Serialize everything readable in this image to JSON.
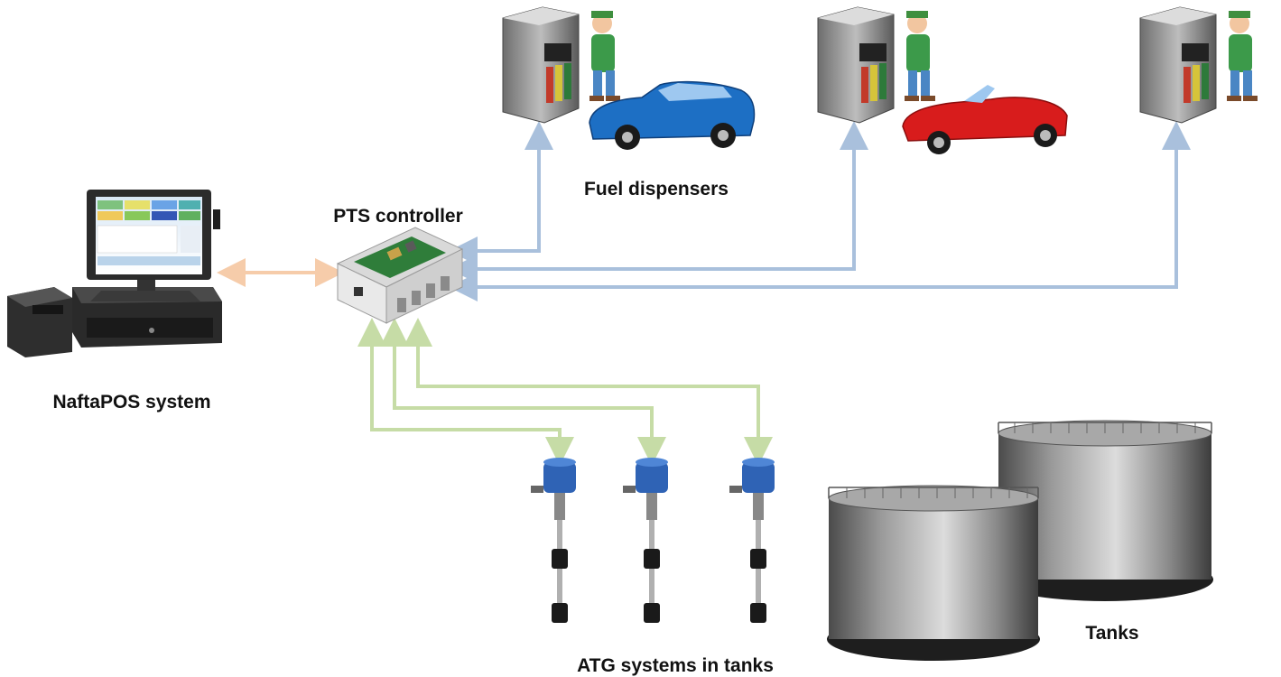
{
  "labels": {
    "pos": "NaftaPOS system",
    "controller": "PTS controller",
    "dispensers": "Fuel dispensers",
    "atg": "ATG systems in tanks",
    "tanks": "Tanks"
  },
  "colors": {
    "dispenser_link": "#a9c0dc",
    "pos_link": "#f6ccaa",
    "atg_link": "#c6dca6",
    "probe_head": "#2f63b5",
    "tank_body": "#8c8c8c",
    "car_blue": "#1d6fc4",
    "car_red": "#d81c1c"
  },
  "icons": [
    "pos-terminal-icon",
    "receipt-printer-icon",
    "cash-drawer-icon",
    "controller-box-icon",
    "fuel-dispenser-icon",
    "attendant-icon",
    "car-icon",
    "atg-probe-icon",
    "tank-icon"
  ]
}
